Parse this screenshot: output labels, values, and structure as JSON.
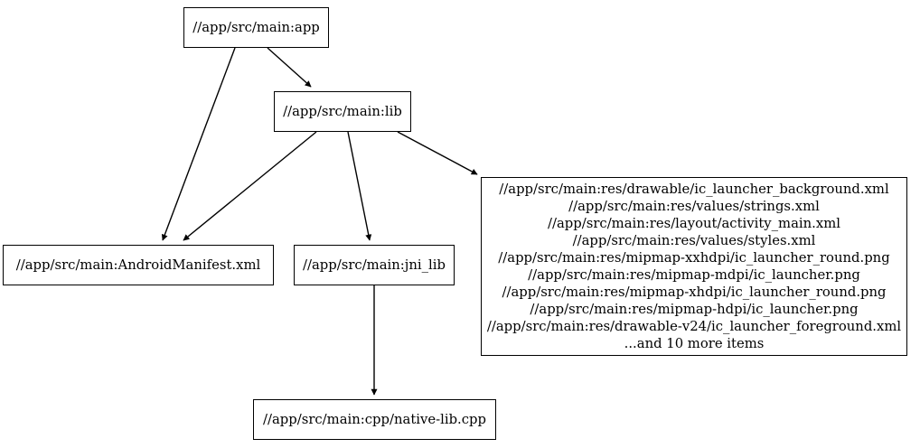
{
  "diagram": {
    "type": "directed-graph",
    "title": "",
    "nodes": [
      {
        "id": "app",
        "label": "//app/src/main:app"
      },
      {
        "id": "lib",
        "label": "//app/src/main:lib"
      },
      {
        "id": "manifest",
        "label": "//app/src/main:AndroidManifest.xml"
      },
      {
        "id": "jni_lib",
        "label": "//app/src/main:jni_lib"
      },
      {
        "id": "native",
        "label": "//app/src/main:cpp/native-lib.cpp"
      },
      {
        "id": "res",
        "label": "//app/src/main:res/drawable/ic_launcher_background.xml\n//app/src/main:res/values/strings.xml\n//app/src/main:res/layout/activity_main.xml\n//app/src/main:res/values/styles.xml\n//app/src/main:res/mipmap-xxhdpi/ic_launcher_round.png\n//app/src/main:res/mipmap-mdpi/ic_launcher.png\n//app/src/main:res/mipmap-xhdpi/ic_launcher_round.png\n//app/src/main:res/mipmap-hdpi/ic_launcher.png\n//app/src/main:res/drawable-v24/ic_launcher_foreground.xml\n...and 10 more items",
        "lines": [
          "//app/src/main:res/drawable/ic_launcher_background.xml",
          "//app/src/main:res/values/strings.xml",
          "//app/src/main:res/layout/activity_main.xml",
          "//app/src/main:res/values/styles.xml",
          "//app/src/main:res/mipmap-xxhdpi/ic_launcher_round.png",
          "//app/src/main:res/mipmap-mdpi/ic_launcher.png",
          "//app/src/main:res/mipmap-xhdpi/ic_launcher_round.png",
          "//app/src/main:res/mipmap-hdpi/ic_launcher.png",
          "//app/src/main:res/drawable-v24/ic_launcher_foreground.xml",
          "...and 10 more items"
        ]
      }
    ],
    "edges": [
      {
        "from": "app",
        "to": "lib"
      },
      {
        "from": "app",
        "to": "manifest"
      },
      {
        "from": "lib",
        "to": "manifest"
      },
      {
        "from": "lib",
        "to": "jni_lib"
      },
      {
        "from": "lib",
        "to": "res"
      },
      {
        "from": "jni_lib",
        "to": "native"
      }
    ],
    "colors": {
      "background": "#ffffff",
      "node_fill": "#ffffff",
      "node_stroke": "#000000",
      "edge_stroke": "#000000",
      "text": "#000000"
    }
  }
}
